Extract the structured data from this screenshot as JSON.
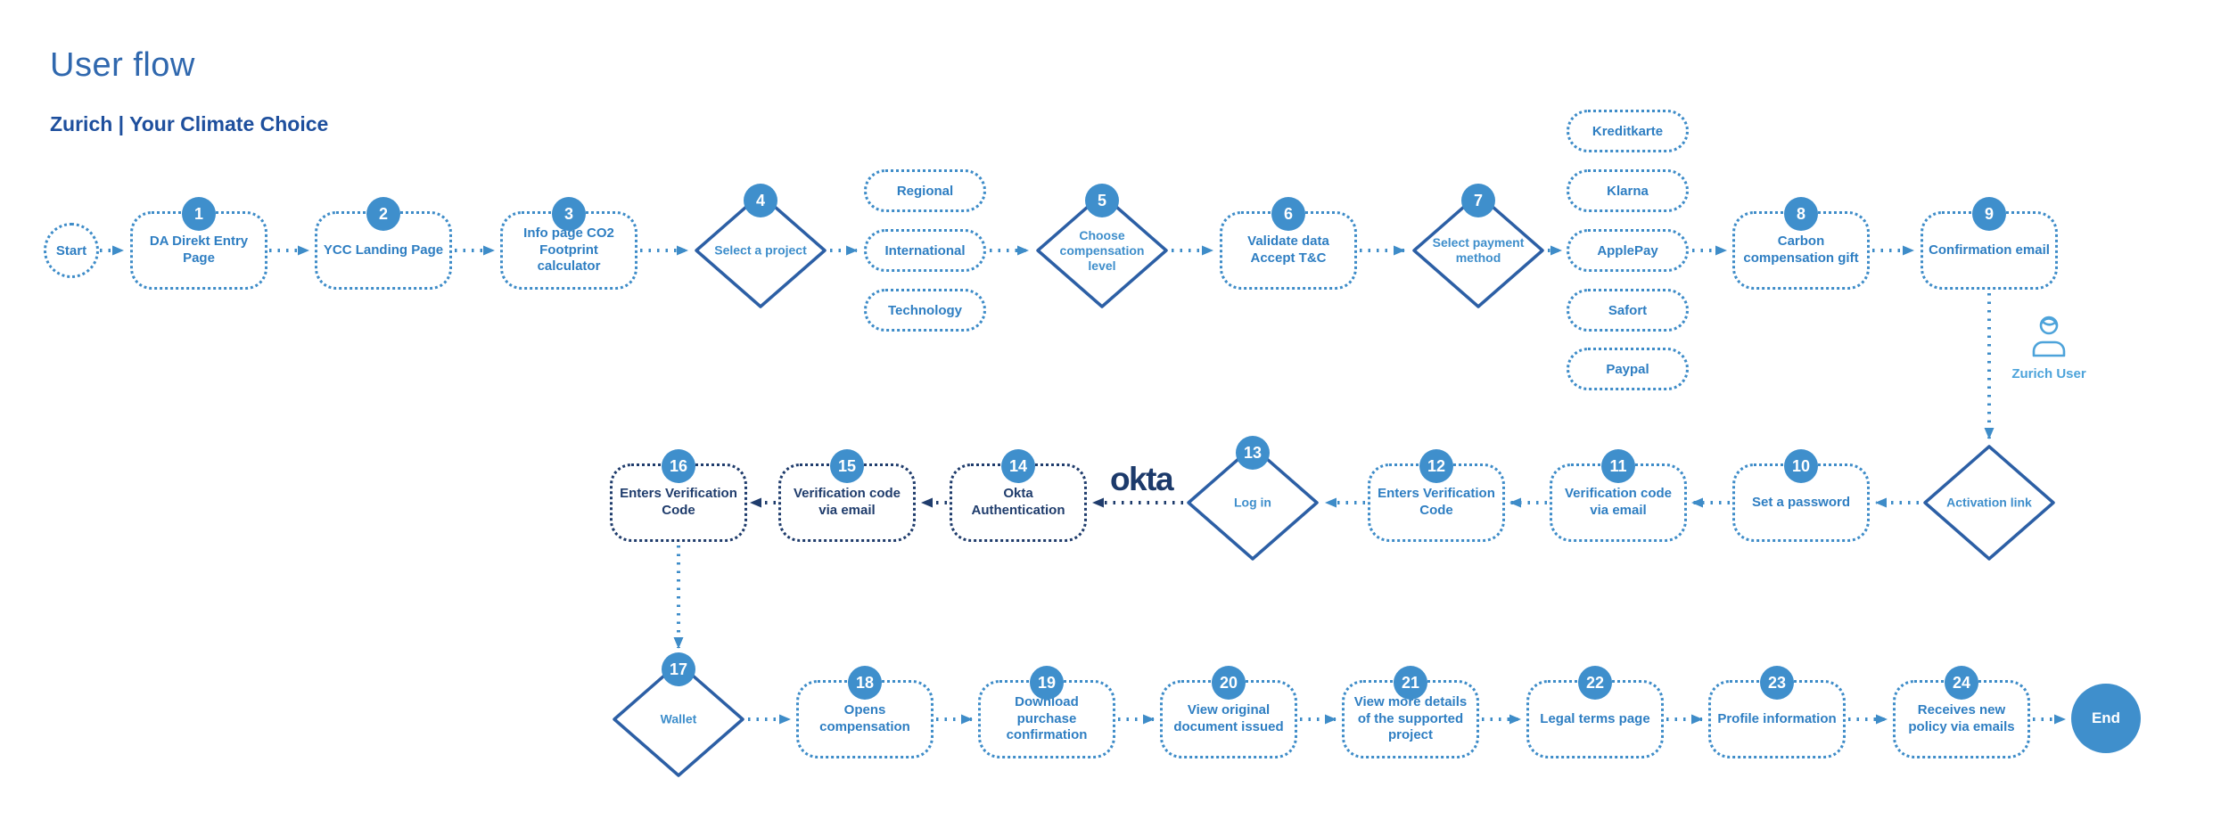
{
  "header": {
    "title": "User flow",
    "subtitle": "Zurich | Your Climate Choice"
  },
  "colors": {
    "accent_blue": "#3F8FCC",
    "border_blue": "#3E8CC8",
    "text_blue": "#2E7EC2",
    "diamond_border": "#2C5FA5",
    "diamond_text": "#3E8ECB",
    "navy": "#1F3C6C",
    "user_light_blue": "#4DA3DA",
    "title_blue": "#3068AE",
    "subtitle_blue": "#1E4F9D"
  },
  "flow": {
    "start": {
      "label": "Start"
    },
    "end": {
      "label": "End"
    },
    "okta_logo": "okta",
    "zurich_user": {
      "label": "Zurich User"
    },
    "project_options": [
      "Regional",
      "International",
      "Technology"
    ],
    "payment_options": [
      "Kreditkarte",
      "Klarna",
      "ApplePay",
      "Safort",
      "Paypal"
    ],
    "steps": {
      "s1": {
        "num": "1",
        "label": "DA Direkt Entry Page"
      },
      "s2": {
        "num": "2",
        "label": "YCC Landing Page"
      },
      "s3": {
        "num": "3",
        "label": "Info page CO2 Footprint calculator"
      },
      "s4": {
        "num": "4",
        "label": "Select a project"
      },
      "s5": {
        "num": "5",
        "label": "Choose compensation level"
      },
      "s6": {
        "num": "6",
        "label": "Validate data Accept T&C"
      },
      "s7": {
        "num": "7",
        "label": "Select payment method"
      },
      "s8": {
        "num": "8",
        "label": "Carbon compensation gift"
      },
      "s9": {
        "num": "9",
        "label": "Confirmation email"
      },
      "s10": {
        "num": "10",
        "label": "Set a password"
      },
      "s11": {
        "num": "11",
        "label": "Verification code via email"
      },
      "s12": {
        "num": "12",
        "label": "Enters Verification Code"
      },
      "s13": {
        "num": "13",
        "label": "Log in"
      },
      "s14": {
        "num": "14",
        "label": "Okta Authentication"
      },
      "s15": {
        "num": "15",
        "label": "Verification code via email"
      },
      "s16": {
        "num": "16",
        "label": "Enters Verification Code"
      },
      "s17": {
        "num": "17",
        "label": "Wallet"
      },
      "s18": {
        "num": "18",
        "label": "Opens compensation"
      },
      "s19": {
        "num": "19",
        "label": "Download purchase confirmation"
      },
      "s20": {
        "num": "20",
        "label": "View original document issued"
      },
      "s21": {
        "num": "21",
        "label": "View more details of the supported project"
      },
      "s22": {
        "num": "22",
        "label": "Legal terms page"
      },
      "s23": {
        "num": "23",
        "label": "Profile information"
      },
      "s24": {
        "num": "24",
        "label": "Receives new policy via emails"
      },
      "activation": {
        "label": "Activation link"
      }
    }
  }
}
